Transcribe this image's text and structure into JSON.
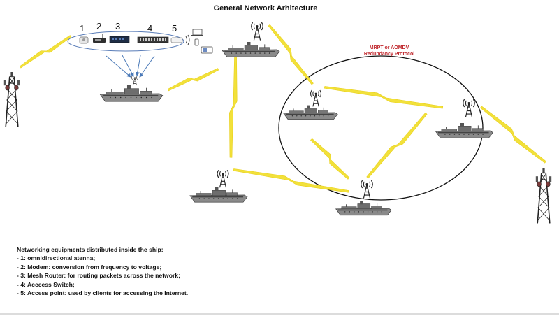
{
  "title": "General Network Arhitecture",
  "protocol": {
    "line1": "MRPT or AOMDV",
    "line2": "Redundancy Protocol"
  },
  "equipment_numbers": [
    "1",
    "2",
    "3",
    "4",
    "5"
  ],
  "legend": {
    "heading": "Networking equipments distributed inside the ship:",
    "items": [
      "- 1: omnidirectional atenna;",
      "- 2: Modem: conversion from frequency to voltage;",
      "- 3: Mesh Router: for routing packets across the network;",
      "- 4: Acccess Switch;",
      "- 5: Access point: used by clients for accessing the Internet."
    ]
  },
  "colors": {
    "lightning": "#f2e13a",
    "ship": "#555555",
    "arrow": "#4a79b8",
    "protocol_text": "#c0282d"
  },
  "icons": [
    "cell-tower-icon",
    "ship-icon",
    "lightning-link-icon",
    "antenna-icon",
    "modem-icon",
    "mesh-router-icon",
    "access-switch-icon",
    "access-point-icon",
    "laptop-icon",
    "phone-icon"
  ]
}
